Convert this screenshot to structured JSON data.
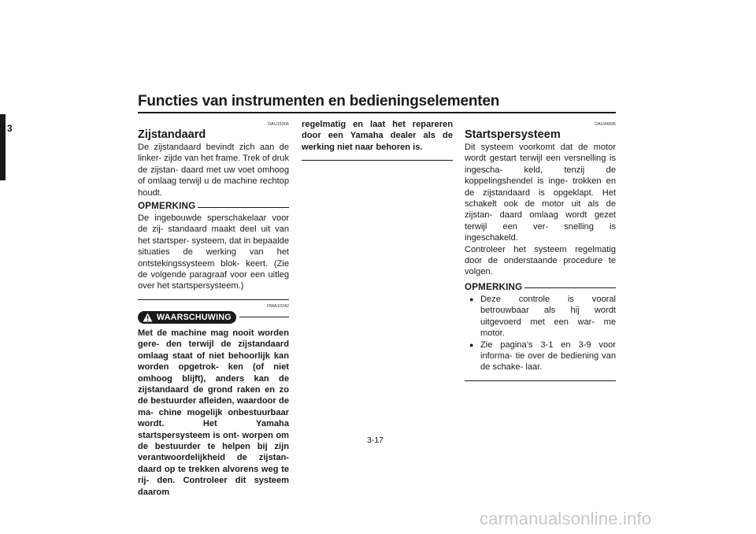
{
  "header": {
    "title": "Functies van instrumenten en bedieningselementen",
    "chapter": "3"
  },
  "col1": {
    "code": "DAU15306",
    "heading": "Zijstandaard",
    "intro": "De zijstandaard bevindt zich aan de linker- zijde van het frame. Trek of druk de zijstan- daard met uw voet omhoog of omlaag terwijl u de machine rechtop houdt.",
    "note_label": "OPMERKING",
    "note_text": "De ingebouwde sperschakelaar voor de zij- standaard maakt deel uit van het startsper- systeem, dat in bepaalde situaties de werking van het ontstekingssysteem blok- keert. (Zie de volgende paragraaf voor een uitleg over het startspersysteem.)",
    "warning_code": "DWA10242",
    "warning_label": "WAARSCHUWING",
    "warning_text": "Met de machine mag nooit worden gere- den terwijl de zijstandaard omlaag staat of niet behoorlijk kan worden opgetrok- ken (of niet omhoog blijft), anders kan de zijstandaard de grond raken en zo de bestuurder afleiden, waardoor de ma- chine mogelijk onbestuurbaar wordt. Het Yamaha startspersysteem is ont- worpen om de bestuurder te helpen bij zijn verantwoordelijkheid de zijstan- daard op te trekken alvorens weg te rij- den. Controleer dit systeem daarom"
  },
  "col2": {
    "warning_text_cont": "regelmatig en laat het repareren door een Yamaha dealer als de werking niet naar behoren is."
  },
  "col3": {
    "code": "DAU44895",
    "heading": "Startspersysteem",
    "intro_lines": [
      "Dit systeem voorkomt dat de motor wordt gestart terwijl een versnelling is ingescha- keld, tenzij de koppelingshendel is inge- trokken en de zijstandaard is opgeklapt. Het schakelt ook de motor uit als de zijstan- daard omlaag wordt gezet terwijl een ver- snelling is ingeschakeld.",
      "Controleer het systeem regelmatig door de onderstaande procedure te volgen."
    ],
    "note_label": "OPMERKING",
    "bullets": [
      "Deze controle is vooral betrouwbaar als hij wordt uitgevoerd met een war- me motor.",
      "Zie pagina’s 3-1 en 3-9 voor informa- tie over de bediening van de schake- laar."
    ]
  },
  "footer": {
    "page_number": "3-17",
    "watermark": "carmanualsonline.info"
  }
}
